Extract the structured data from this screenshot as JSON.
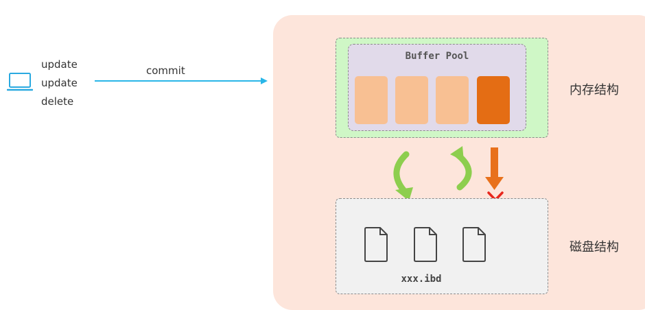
{
  "client": {
    "icon": "laptop-icon",
    "operations": [
      "update",
      "update",
      "delete"
    ],
    "commit_label": "commit"
  },
  "memory": {
    "label": "内存结构",
    "buffer_pool": {
      "title": "Buffer Pool",
      "pages": [
        {
          "state": "clean"
        },
        {
          "state": "clean"
        },
        {
          "state": "clean"
        },
        {
          "state": "dirty"
        }
      ]
    }
  },
  "disk": {
    "label": "磁盘结构",
    "files": [
      {
        "icon": "file-icon"
      },
      {
        "icon": "file-icon"
      },
      {
        "icon": "file-icon"
      }
    ],
    "file_name": "xxx.ibd"
  },
  "colors": {
    "arrow_blue": "#29b6e8",
    "memory_bg": "#cff7c6",
    "buffer_pool_bg": "#e1daea",
    "disk_bg": "#f1f1f1",
    "panel_bg": "#fde5db",
    "clean_page": "#f8c093",
    "dirty_page": "#e46d14",
    "sync_arrow_green": "#8dce4e",
    "flush_arrow_orange": "#e8711c",
    "blocked_x_red": "#e8271d"
  }
}
